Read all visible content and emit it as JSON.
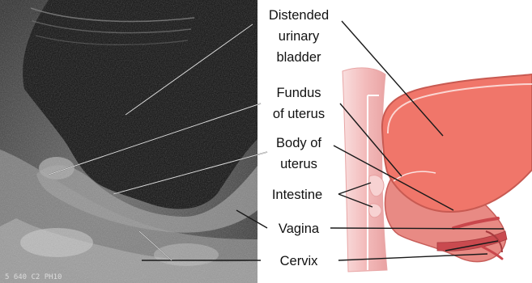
{
  "ultrasound": {
    "caption": "5 640 C2 PH10"
  },
  "labels": {
    "bladder": [
      "Distended",
      "urinary",
      "bladder"
    ],
    "fundus": [
      "Fundus",
      "of uterus"
    ],
    "body": [
      "Body of",
      "uterus"
    ],
    "intestine": "Intestine",
    "vagina": "Vagina",
    "cervix": "Cervix"
  },
  "colors": {
    "bladder_fill": "#f0766a",
    "uterus_fill": "#e9837e",
    "bone_fill": "#f6c7c7",
    "leader": "#1a1a1a"
  }
}
